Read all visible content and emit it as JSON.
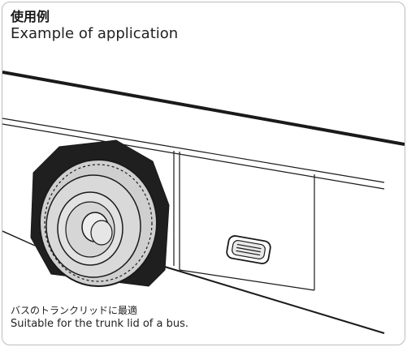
{
  "title": {
    "ja": "使用例",
    "en": "Example of application"
  },
  "caption": {
    "ja": "バスのトランクリッドに最適",
    "en": "Suitable for the trunk lid of a bus."
  },
  "colors": {
    "line": "#1a1a1a",
    "wheel_fill": "#d9d9d9",
    "tire_fill": "#cfcfcf",
    "frame_border": "#bdbdbd"
  }
}
